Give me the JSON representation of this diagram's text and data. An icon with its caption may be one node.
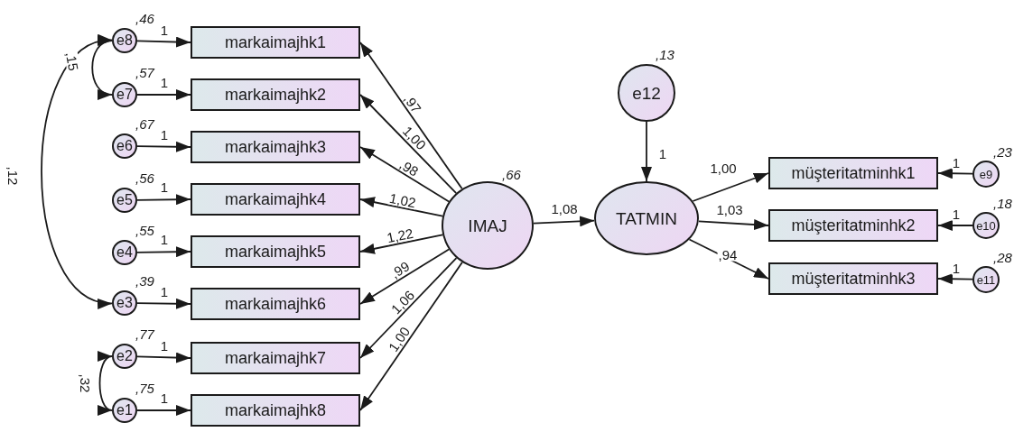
{
  "diagram": {
    "nodes": [
      {
        "text": [
          "e8"
        ],
        "beside": [
          ",46"
        ]
      },
      {
        "text": [
          "e7"
        ],
        "beside": [
          ",57"
        ]
      },
      {
        "text": [
          "e6"
        ],
        "beside": [
          ",67"
        ]
      },
      {
        "text": [
          "e5"
        ],
        "beside": [
          ",56"
        ]
      },
      {
        "text": [
          "e4"
        ],
        "beside": [
          ",55"
        ]
      },
      {
        "text": [
          "e3"
        ],
        "beside": [
          ",39"
        ]
      },
      {
        "text": [
          "e2"
        ],
        "beside": [
          ",77"
        ]
      },
      {
        "text": [
          "e1"
        ],
        "beside": [
          ",75"
        ]
      },
      {
        "text": [
          "markaimajhk1"
        ]
      },
      {
        "text": [
          "markaimajhk2"
        ]
      },
      {
        "text": [
          "markaimajhk3"
        ]
      },
      {
        "text": [
          "markaimajhk4"
        ]
      },
      {
        "text": [
          "markaimajhk5"
        ]
      },
      {
        "text": [
          "markaimajhk6"
        ]
      },
      {
        "text": [
          "markaimajhk7"
        ]
      },
      {
        "text": [
          "markaimajhk8"
        ]
      },
      {
        "text": [
          "IMAJ"
        ],
        "beside": [
          ",66"
        ]
      },
      {
        "text": [
          "e12"
        ],
        "beside": [
          ",13"
        ]
      },
      {
        "text": [
          "TATMIN"
        ]
      },
      {
        "text": [
          "müşteritatminhk1"
        ]
      },
      {
        "text": [
          "müşteritatminhk2"
        ]
      },
      {
        "text": [
          "müşteritatminhk3"
        ]
      },
      {
        "text": [
          "e9"
        ],
        "beside": [
          ",23"
        ]
      },
      {
        "text": [
          "e10"
        ],
        "beside": [
          ",18"
        ]
      },
      {
        "text": [
          "e11"
        ],
        "beside": [
          ",28"
        ]
      }
    ],
    "edges": [
      {
        "from": 0,
        "to": 8,
        "arrow": "to",
        "label": "1"
      },
      {
        "from": 1,
        "to": 9,
        "arrow": "to",
        "label": "1"
      },
      {
        "from": 2,
        "to": 10,
        "arrow": "to",
        "label": "1"
      },
      {
        "from": 3,
        "to": 11,
        "arrow": "to",
        "label": "1"
      },
      {
        "from": 4,
        "to": 12,
        "arrow": "to",
        "label": "1"
      },
      {
        "from": 5,
        "to": 13,
        "arrow": "to",
        "label": "1"
      },
      {
        "from": 6,
        "to": 14,
        "arrow": "to",
        "label": "1"
      },
      {
        "from": 7,
        "to": 15,
        "arrow": "to",
        "label": "1"
      },
      {
        "from": 16,
        "to": 8,
        "arrow": "to",
        "label": ",97"
      },
      {
        "from": 16,
        "to": 9,
        "arrow": "to",
        "label": "1,00"
      },
      {
        "from": 16,
        "to": 10,
        "arrow": "to",
        "label": ",98"
      },
      {
        "from": 16,
        "to": 11,
        "arrow": "to",
        "label": "1,02"
      },
      {
        "from": 16,
        "to": 12,
        "arrow": "to",
        "label": "1,22"
      },
      {
        "from": 16,
        "to": 13,
        "arrow": "to",
        "label": ",99"
      },
      {
        "from": 16,
        "to": 14,
        "arrow": "to",
        "label": "1,06"
      },
      {
        "from": 16,
        "to": 15,
        "arrow": "to",
        "label": "1,00"
      },
      {
        "from": 16,
        "to": 18,
        "arrow": "to",
        "label": "1,08"
      },
      {
        "from": 17,
        "to": 18,
        "arrow": "to",
        "label": "1"
      },
      {
        "from": 18,
        "to": 19,
        "arrow": "to",
        "label": "1,00"
      },
      {
        "from": 18,
        "to": 20,
        "arrow": "to",
        "label": "1,03"
      },
      {
        "from": 18,
        "to": 21,
        "arrow": "to",
        "label": ",94"
      },
      {
        "from": 22,
        "to": 19,
        "arrow": "to",
        "label": "1"
      },
      {
        "from": 23,
        "to": 20,
        "arrow": "to",
        "label": "1"
      },
      {
        "from": 24,
        "to": 21,
        "arrow": "to",
        "label": "1"
      },
      {
        "from": 0,
        "to": 1,
        "arrow": "both",
        "label": ",15"
      },
      {
        "from": 0,
        "to": 5,
        "arrow": "both",
        "label": ",12"
      },
      {
        "from": 6,
        "to": 7,
        "arrow": "both",
        "label": ",32"
      }
    ]
  }
}
